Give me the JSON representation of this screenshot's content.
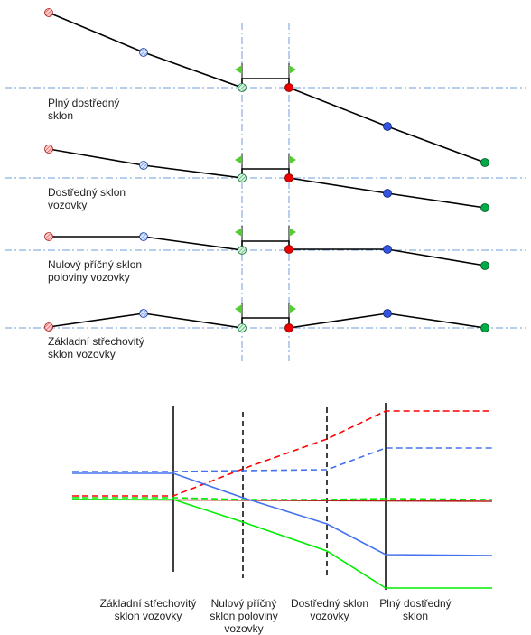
{
  "sections": [
    {
      "id": "full",
      "label": "Plný dostředný\nsklon"
    },
    {
      "id": "road",
      "label": "Dostředný sklon\nvozovky"
    },
    {
      "id": "zero",
      "label": "Nulový příčný sklon\npoloviny vozovky"
    },
    {
      "id": "base",
      "label": "Základní střechovitý\nsklon vozovky"
    }
  ],
  "stages": [
    {
      "id": "base",
      "label": "Základní střechovitý\nsklon vozovky"
    },
    {
      "id": "zero",
      "label": "Nulový příčný\nsklon poloviny\nvozovky"
    },
    {
      "id": "road",
      "label": "Dostředný sklon\nvozovky"
    },
    {
      "id": "full",
      "label": "Plný dostředný\nsklon"
    }
  ],
  "colors": {
    "red": "#ff0000",
    "blue": "#4472ee",
    "green": "#00ee00",
    "axis": "#6f9fd8",
    "point_red_hatched": "#e05050",
    "point_blue_hatched": "#6fa0e8",
    "point_green_hatched": "#4fc070",
    "point_red": "#ee0000",
    "point_blue": "#3355dd",
    "point_green": "#00aa44",
    "flag": "#55cc33"
  }
}
